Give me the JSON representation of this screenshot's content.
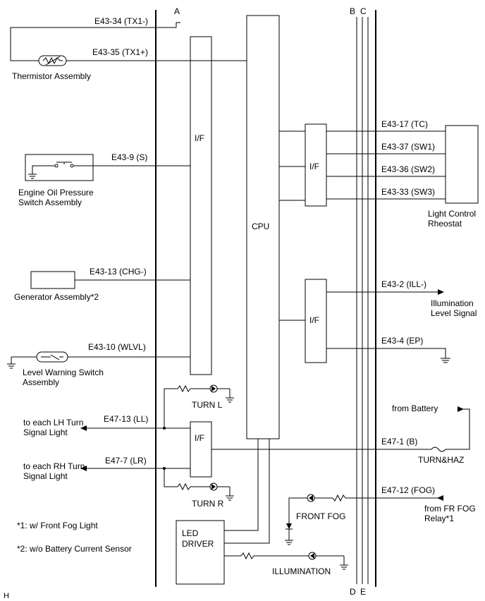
{
  "bus_labels": {
    "a": "A",
    "b": "B",
    "c": "C",
    "d": "D",
    "e": "E"
  },
  "blocks": {
    "if_main": "I/F",
    "cpu": "CPU",
    "if_rheostat": "I/F",
    "if_illum": "I/F",
    "if_turn": "I/F",
    "led_driver_1": "LED",
    "led_driver_2": "DRIVER"
  },
  "pins": {
    "tx1_minus": "E43-34 (TX1-)",
    "tx1_plus": "E43-35 (TX1+)",
    "s": "E43-9 (S)",
    "chg": "E43-13 (CHG-)",
    "wlvl": "E43-10 (WLVL)",
    "tc": "E43-17 (TC)",
    "sw1": "E43-37 (SW1)",
    "sw2": "E43-36 (SW2)",
    "sw3": "E43-33 (SW3)",
    "ill": "E43-2 (ILL-)",
    "ep": "E43-4 (EP)",
    "ll": "E47-13 (LL)",
    "lr": "E47-7 (LR)",
    "b": "E47-1 (B)",
    "fog": "E47-12 (FOG)"
  },
  "components": {
    "thermistor": "Thermistor Assembly",
    "oil_pressure_1": "Engine Oil Pressure",
    "oil_pressure_2": "Switch Assembly",
    "generator": "Generator Assembly*2",
    "level_warning_1": "Level Warning Switch",
    "level_warning_2": "Assembly",
    "rheostat_1": "Light Control",
    "rheostat_2": "Rheostat",
    "illum_signal_1": "Illumination",
    "illum_signal_2": "Level Signal",
    "lh_turn_1": "to each LH Turn",
    "lh_turn_2": "Signal Light",
    "rh_turn_1": "to each RH Turn",
    "rh_turn_2": "Signal Light",
    "from_battery": "from Battery",
    "fuse": "TURN&HAZ",
    "fog_relay_1": "from FR FOG",
    "fog_relay_2": "Relay*1"
  },
  "indicators": {
    "turn_l": "TURN L",
    "turn_r": "TURN R",
    "front_fog": "FRONT FOG",
    "illumination": "ILLUMINATION"
  },
  "notes": {
    "note1": "*1: w/ Front Fog Light",
    "note2": "*2: w/o Battery Current Sensor",
    "corner": "H"
  }
}
